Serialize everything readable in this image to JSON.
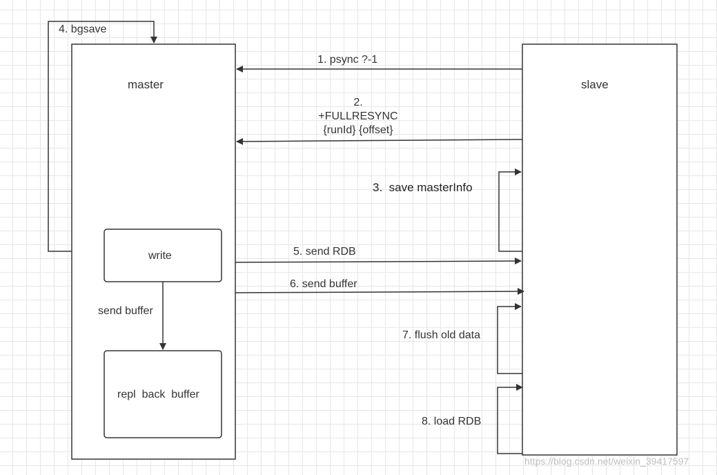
{
  "nodes": {
    "master": "master",
    "slave": "slave",
    "write": "write",
    "repl_buffer": "repl  back  buffer"
  },
  "edges": {
    "psync": "1. psync ?-1",
    "fullresync_step": "2.",
    "fullresync_cmd": "+FULLRESYNC",
    "fullresync_args": "{runId} {offset}",
    "save_master_info": "3.  save masterInfo",
    "bgsave": "4. bgsave",
    "send_rdb": "5. send RDB",
    "send_buffer_step": "6. send buffer",
    "flush_old_data": "7. flush old data",
    "load_rdb": "8. load RDB",
    "internal_send_buffer": "send buffer"
  },
  "watermark": "https://blog.csdn.net/weixin_39417597",
  "colors": {
    "line": "#333333",
    "grid": "#e6e6e6",
    "background": "#ffffff"
  }
}
